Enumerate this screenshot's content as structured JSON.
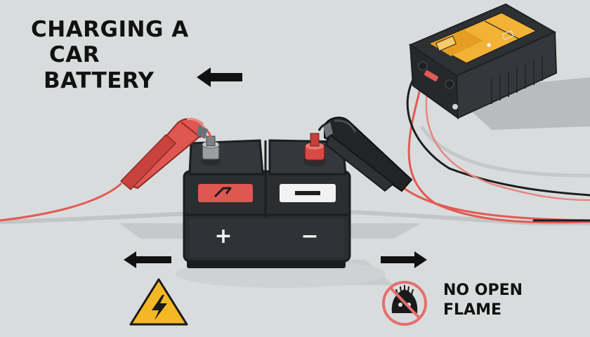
{
  "title": {
    "line1": "CHARGING A",
    "line2": "CAR",
    "line3": "BATTERY"
  },
  "battery": {
    "positive_symbol": "+",
    "negative_symbol": "−"
  },
  "warning": {
    "no_flame_line1": "NO OPEN",
    "no_flame_line2": "FLAME"
  },
  "icons": {
    "title_arrow": "arrow-left-icon",
    "lower_left_arrow": "arrow-left-icon",
    "lower_right_arrow": "arrow-right-icon",
    "hazard": "electrical-hazard-icon",
    "prohibition": "no-flame-icon"
  },
  "colors": {
    "background": "#d9dcdd",
    "battery_body": "#2b2e31",
    "positive_clamp": "#e05650",
    "negative_clamp": "#222426",
    "charger_display": "#f2b236",
    "warning_yellow": "#f4b826",
    "prohibition_red": "#e36f6e"
  }
}
